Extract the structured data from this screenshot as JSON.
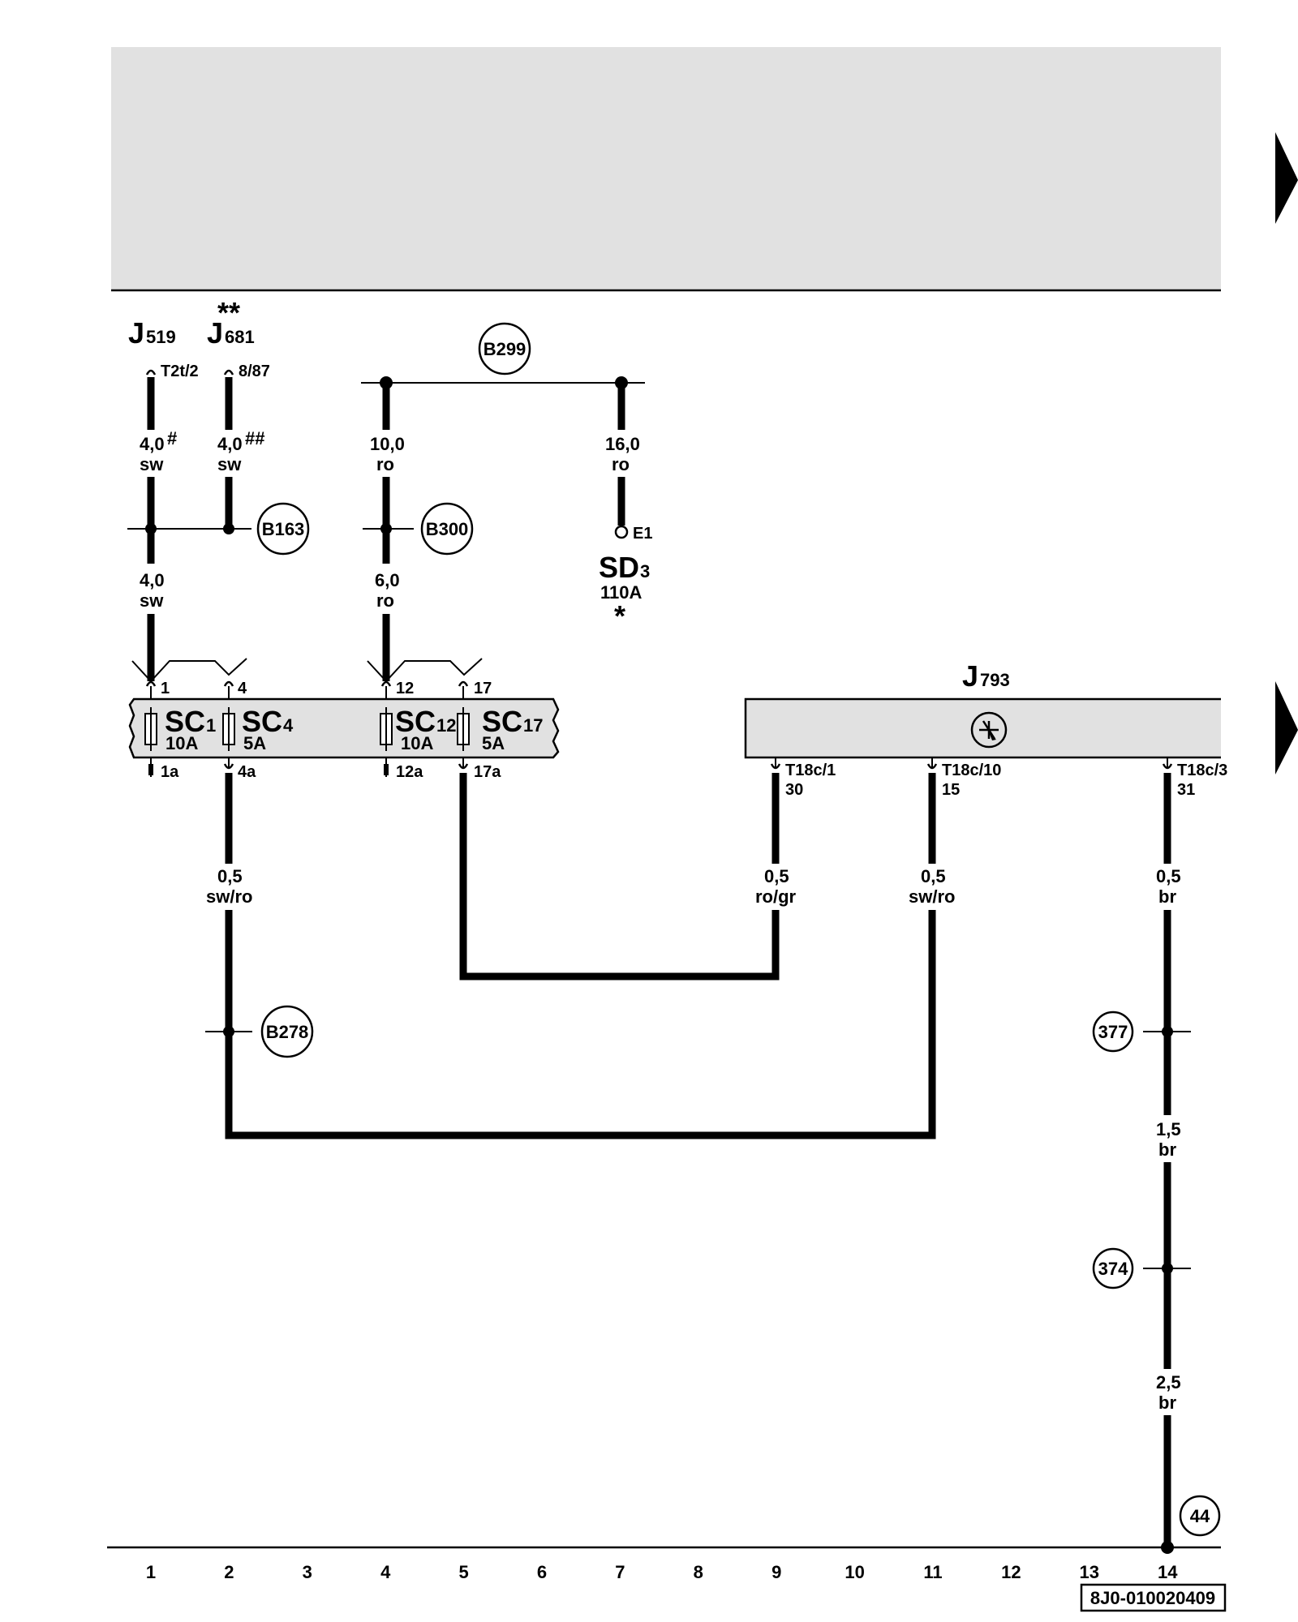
{
  "components": {
    "j519": {
      "name": "J",
      "sub": "519",
      "pin": "T2t/2"
    },
    "j681": {
      "name": "J",
      "sub": "681",
      "mark": "**",
      "pin": "8/87"
    },
    "j793": {
      "name": "J",
      "sub": "793"
    },
    "sd3": {
      "name": "SD",
      "sub": "3",
      "rating": "110A",
      "mark": "*",
      "pin": "E1"
    }
  },
  "fuses": [
    {
      "name": "SC",
      "sub": "1",
      "rating": "10A",
      "in": "1",
      "out": "1a"
    },
    {
      "name": "SC",
      "sub": "4",
      "rating": "5A",
      "in": "4",
      "out": "4a"
    },
    {
      "name": "SC",
      "sub": "12",
      "rating": "10A",
      "in": "12",
      "out": "12a"
    },
    {
      "name": "SC",
      "sub": "17",
      "rating": "5A",
      "in": "17",
      "out": "17a"
    }
  ],
  "wires": {
    "j519": {
      "size": "4,0",
      "color": "sw",
      "mark": "#"
    },
    "j681": {
      "size": "4,0",
      "color": "sw",
      "mark": "##"
    },
    "b300_top": {
      "size": "10,0",
      "color": "ro"
    },
    "sd3": {
      "size": "16,0",
      "color": "ro"
    },
    "sc1_in": {
      "size": "4,0",
      "color": "sw"
    },
    "sc12_in": {
      "size": "6,0",
      "color": "ro"
    },
    "sc4_out": {
      "size": "0,5",
      "color": "sw/ro"
    },
    "t18c1": {
      "size": "0,5",
      "color": "ro/gr"
    },
    "t18c10": {
      "size": "0,5",
      "color": "sw/ro"
    },
    "t18c3": {
      "size": "0,5",
      "color": "br"
    },
    "ground_mid": {
      "size": "1,5",
      "color": "br"
    },
    "ground_low": {
      "size": "2,5",
      "color": "br"
    }
  },
  "connectors": {
    "t18c1": {
      "pin": "T18c/1",
      "term": "30"
    },
    "t18c10": {
      "pin": "T18c/10",
      "term": "15"
    },
    "t18c3": {
      "pin": "T18c/3",
      "term": "31"
    }
  },
  "splices": {
    "b163": "B163",
    "b299": "B299",
    "b300": "B300",
    "b278": "B278",
    "g377": "377",
    "g374": "374",
    "g44": "44"
  },
  "grid_numbers": [
    "1",
    "2",
    "3",
    "4",
    "5",
    "6",
    "7",
    "8",
    "9",
    "10",
    "11",
    "12",
    "13",
    "14"
  ],
  "doc_id": "8J0-010020409"
}
